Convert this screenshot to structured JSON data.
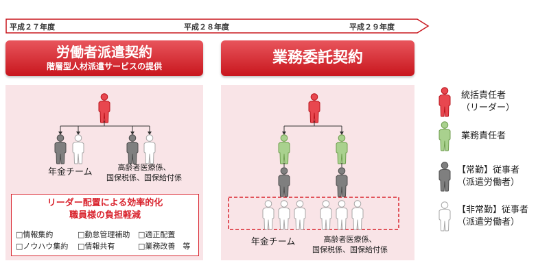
{
  "timeline": {
    "labels": [
      "平成２７年度",
      "平成２８年度",
      "平成２９年度"
    ]
  },
  "left": {
    "title": "労働者派遣契約",
    "subtitle": "階層型人材派遣サービスの提供",
    "group1_label": "年金チーム",
    "group2_label_line1": "高齢者医療係、",
    "group2_label_line2": "国保税係、国保給付係",
    "box_title_line1": "リーダー配置による効率的化",
    "box_title_line2": "職員様の負担軽減",
    "tasks": [
      "□情報集約",
      "□勤怠管理補助",
      "□適正配置",
      "□ノウハウ集約",
      "□情報共有",
      "□業務改善　等"
    ]
  },
  "right": {
    "title": "業務委託契約",
    "group1_label": "年金チーム",
    "group2_label_line1": "高齢者医療係、",
    "group2_label_line2": "国保税係、国保給付係"
  },
  "legend": [
    {
      "icon": "red",
      "line1": "統括責任者",
      "line2": "（リーダー）"
    },
    {
      "icon": "green",
      "line1": "業務責任者",
      "line2": ""
    },
    {
      "icon": "gray",
      "line1": "【常勤】従事者",
      "line2": "（派遣労働者）"
    },
    {
      "icon": "white",
      "line1": "【非常勤】従事者",
      "line2": "（派遣労働者）"
    }
  ],
  "colors": {
    "red_fill": "#e8474f",
    "red_stroke": "#b8141c",
    "green_fill": "#a9d18e",
    "green_stroke": "#6f9e4f",
    "gray_fill": "#7f7f7f",
    "gray_stroke": "#4d4d4d",
    "white_fill": "#ffffff",
    "white_stroke": "#a6a6a6",
    "accent": "#d9232d",
    "panel_bg": "#f9e4e7"
  }
}
